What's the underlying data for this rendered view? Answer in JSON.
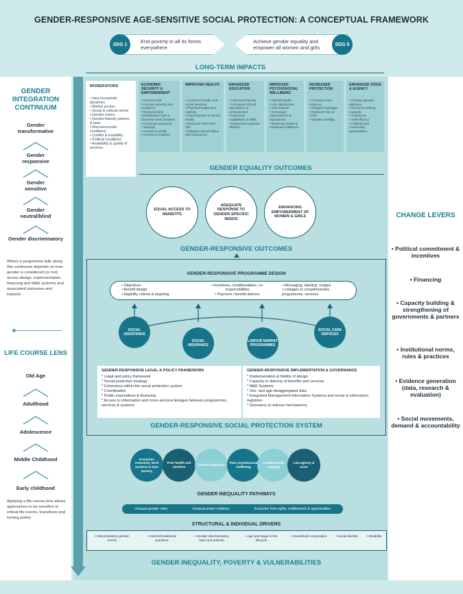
{
  "title": "GENDER-RESPONSIVE AGE-SENSITIVE SOCIAL PROTECTION: A CONCEPTUAL FRAMEWORK",
  "sdgs": [
    {
      "badge": "SDG 1",
      "text": "End poverty in all its forms everywhere"
    },
    {
      "badge": "SDG 5",
      "text": "Achieve gender equality and empower all women and girls"
    }
  ],
  "long_term_impacts": "LONG-TERM IMPACTS",
  "moderators": {
    "title": "MODERATORS",
    "items": [
      "• Intra household dynamics",
      "• Market access",
      "• Social & cultural norms",
      "• Gender norms",
      "• Gender-friendly policies & laws",
      "• Macroeconomic conditions",
      "• Conflict & instability",
      "• Political conditions",
      "• Availability & quality of services"
    ]
  },
  "impact_columns": [
    {
      "title": "ECONOMIC SECURITY & EMPOWERMENT",
      "items": [
        "• Decent work",
        "• Income security and resilience",
        "• Reduced and redistributed care & domestic work burdens",
        "• Financial autonomy",
        "• Savings",
        "• Access to credit",
        "• Access to markets"
      ]
    },
    {
      "title": "IMPROVED HEALTH",
      "items": [
        "• Access to health and social services",
        "• Physical health and nutrition",
        "• Reproductive & sexual health",
        "• Reduced HIV/AIDS risk",
        "• Delayed sexual debut and pregnancy"
      ]
    },
    {
      "title": "ENHANCED EDUCATION",
      "items": [
        "• Improved literacy",
        "• Increased school attendance & achievement",
        "• Improved capabilities & skills",
        "• Enhanced cognitive abilities"
      ]
    },
    {
      "title": "IMPROVED PSYCHOSOCIAL WELLBEING",
      "items": [
        "• Mental health",
        "• Life satisfaction",
        "• Self-esteem",
        "• Increased expectations & aspirations",
        "• Reduced stress & enhanced resilience"
      ]
    },
    {
      "title": "INCREASED PROTECTION",
      "items": [
        "• Freedom from violence",
        "• Delayed marriage",
        "• Reduced risk of FGM",
        "• Greater mobility"
      ]
    },
    {
      "title": "ENHANCED VOICE & AGENCY",
      "items": [
        "• Positive gender attitudes",
        "• Decision-making capacity",
        "• Autonomy",
        "• Self-efficacy",
        "• Political and community participation"
      ]
    }
  ],
  "gender_equality_outcomes": "GENDER EQUALITY OUTCOMES",
  "outcome_circles": [
    "EQUAL ACCESS TO BENEFITS",
    "ADEQUATE RESPONSE TO GENDER-SPECIFIC NEEDS",
    "ENHANCING EMPOWERMENT OF WOMEN & GIRLS"
  ],
  "gender_responsive_outcomes": "GENDER-RESPONSIVE OUTCOMES",
  "programme_design": {
    "title": "GENDER-RESPONSIVE PROGRAMME DESIGN",
    "col1": [
      "• Objectives",
      "• Benefit design",
      "• Eligibility criteria & targeting"
    ],
    "col2": [
      "• Incentives, conditionalities, co-responsibilities",
      "• Payment / benefit delivery"
    ],
    "col3": [
      "• Messaging, labeling, nudges",
      "• Linkages to complementary programmes, services"
    ]
  },
  "programmes": [
    "SOCIAL ASSISTANCE",
    "SOCIAL INSURANCE",
    "LABOUR MARKET PROGRAMMES",
    "SOCIAL CARE SERVICES"
  ],
  "legal_framework": {
    "title": "GENDER-RESPONSIVE LEGAL & POLICY FRAMEWORK",
    "items": [
      "* Legal and policy framework",
      "* Social protection strategy",
      "* Coherence within the social protection system",
      "* Coordination",
      "* Public expenditure & financing",
      "* Access to information and cross-sectoral linkages between programmes, services & systems"
    ]
  },
  "implementation": {
    "title": "GENDER-RESPONSIVE IMPLEMENTATION & GOVERNANCE",
    "items": [
      "* Implementation & fidelity of design",
      "* Capacity in delivery of benefits and services",
      "* M&E Systems",
      "* Sex- and age-disaggregated data",
      "* Integrated Management Information Systems and social & information registries",
      "* Grievance & redress mechanisms"
    ]
  },
  "sps_title": "GENDER-RESPONSIVE SOCIAL PROTECTION SYSTEM",
  "pathway_circles": [
    {
      "label": "Economic insecurity, work burdens & time poverty",
      "color": "#17748a"
    },
    {
      "label": "Poor health and nutrition",
      "color": "#1b5f73"
    },
    {
      "label": "Limited education",
      "color": "#8ccfd4"
    },
    {
      "label": "Poor psychosocial wellbeing",
      "color": "#17748a"
    },
    {
      "label": "Limited bodily integrity",
      "color": "#8ccfd4"
    },
    {
      "label": "Low agency & voice",
      "color": "#1b5f73"
    }
  ],
  "pathways_title": "GENDER INEQUALITY PATHWAYS",
  "pathway_bar": [
    "Unequal gender roles",
    "Unequal power relations",
    "Exclusion from rights, entitlements & opportunities"
  ],
  "drivers_title": "STRUCTURAL & INDIVIDUAL DRIVERS",
  "drivers": [
    "• Discriminatory gender norms",
    "• Harmful traditional practices",
    "• Gender discriminatory laws and policies",
    "• Age and stage in the lifecycle",
    "• Household composition",
    "• Social identity",
    "• Disability"
  ],
  "bottom_title": "GENDER INEQUALITY, POVERTY & VULNERABILITIES",
  "continuum": {
    "title": "GENDER INTEGRATION CONTINUUM",
    "levels": [
      "Gender transformative",
      "Gender responsive",
      "Gender sensitive",
      "Gender neutral/blind",
      "Gender discriminatory"
    ],
    "note": "Where a programme falls along this continuum depends on how gender is considered (or not) across design, implementation, financing and M&E systems and associated outcomes and impacts."
  },
  "life_course": {
    "title": "LIFE COURSE LENS",
    "stages": [
      "Old Age",
      "Adulthood",
      "Adolescence",
      "Middle Childhood",
      "Early childhood"
    ],
    "note": "Applying a life-course lens allows approaches to be sensitive to critical life events, transitions and turning points"
  },
  "change_levers": {
    "title": "CHANGE LEVERS",
    "items": [
      "• Political commitment & incentives",
      "• Financing",
      "• Capacity building & strengthening of governments & partners",
      "• Institutional norms, rules & practices",
      "• Evidence generation (data, research & evaluation)",
      "• Social movements, demand & accountability"
    ]
  }
}
